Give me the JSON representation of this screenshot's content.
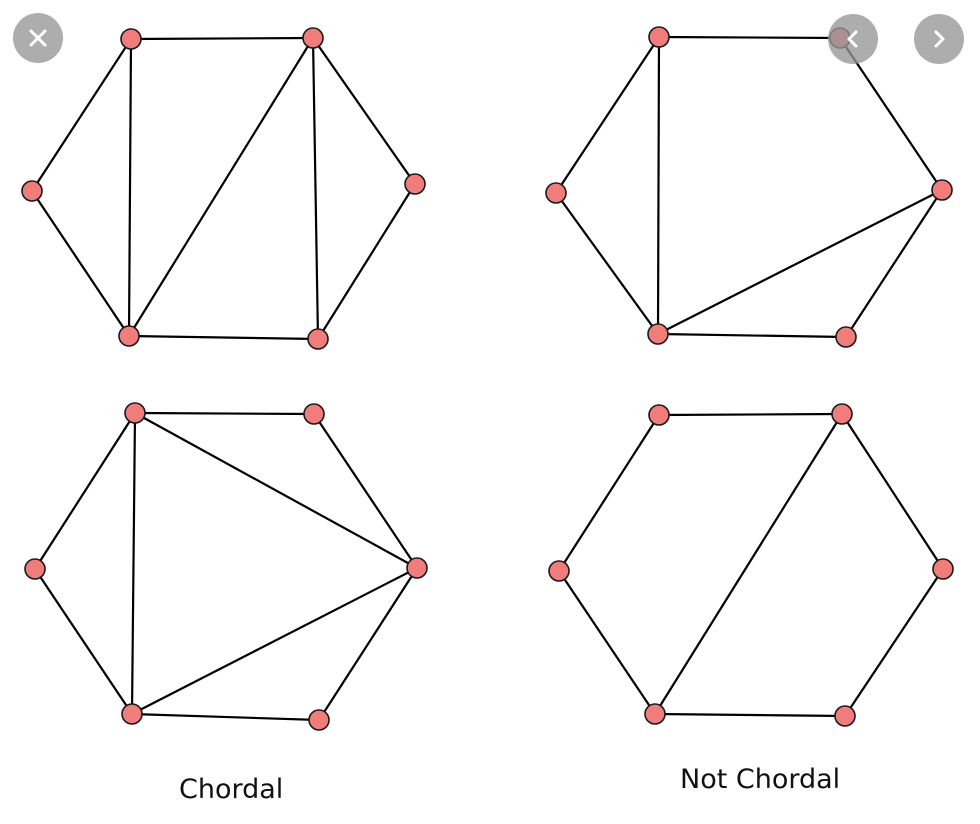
{
  "captions": {
    "left": "Chordal",
    "right": "Not Chordal"
  },
  "controls": {
    "close": {
      "icon": "close-icon"
    },
    "previous": {
      "icon": "chevron-left-icon"
    },
    "next": {
      "icon": "chevron-right-icon"
    }
  },
  "colors": {
    "node_fill": "#f07c7c",
    "node_stroke": "#1a1a1a",
    "edge": "#000000",
    "control_bg": "#969696",
    "control_icon": "#ffffff"
  },
  "graphs": [
    {
      "id": "top-left",
      "group": "Chordal",
      "edges": [
        [
          0,
          1
        ],
        [
          1,
          2
        ],
        [
          2,
          3
        ],
        [
          3,
          4
        ],
        [
          4,
          5
        ],
        [
          5,
          0
        ],
        [
          0,
          4
        ],
        [
          4,
          1
        ],
        [
          1,
          3
        ]
      ]
    },
    {
      "id": "bottom-left",
      "group": "Chordal",
      "edges": [
        [
          0,
          1
        ],
        [
          1,
          2
        ],
        [
          2,
          3
        ],
        [
          3,
          4
        ],
        [
          4,
          5
        ],
        [
          5,
          0
        ],
        [
          0,
          4
        ],
        [
          0,
          2
        ],
        [
          2,
          4
        ]
      ]
    },
    {
      "id": "top-right",
      "group": "Not Chordal",
      "edges": [
        [
          0,
          1
        ],
        [
          1,
          2
        ],
        [
          2,
          3
        ],
        [
          3,
          4
        ],
        [
          4,
          5
        ],
        [
          5,
          0
        ],
        [
          0,
          4
        ],
        [
          4,
          2
        ]
      ]
    },
    {
      "id": "bottom-right",
      "group": "Not Chordal",
      "edges": [
        [
          0,
          1
        ],
        [
          1,
          2
        ],
        [
          2,
          3
        ],
        [
          3,
          4
        ],
        [
          4,
          5
        ],
        [
          5,
          0
        ],
        [
          1,
          4
        ]
      ]
    }
  ]
}
